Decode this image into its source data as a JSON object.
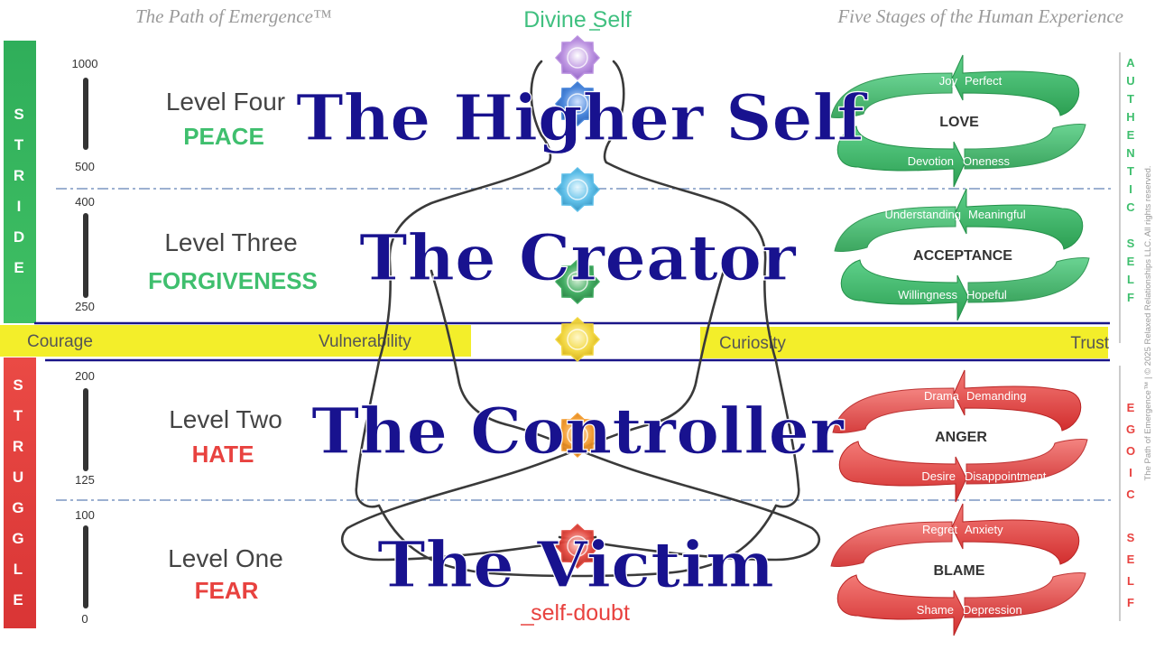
{
  "header": {
    "left": "The Path of Emergence™",
    "center": "Divine Self",
    "right": "Five Stages of the Human Experience"
  },
  "footer_center": "self-doubt",
  "side_left": {
    "top": "STRIDE",
    "bottom": "STRUGGLE"
  },
  "side_right": {
    "top": "AUTHENTIC SELF",
    "bottom": "EGOIC SELF"
  },
  "copyright": "The Path of Emergence™ | © 2025 Relaxed Relationships LLC. All rights reserved.",
  "middle_band": {
    "labels": [
      "Courage",
      "Vulnerability",
      "Curiosity",
      "Trust"
    ]
  },
  "levels": [
    {
      "level": "Level Four",
      "emotion": "PEACE",
      "scale_top": "1000",
      "scale_bottom": "500",
      "title": "The Higher Self",
      "emotion_color": "#3fbf6e",
      "cycle": {
        "center": "LOVE",
        "tl": "Joy",
        "tr": "Perfect",
        "bl": "Devotion",
        "br": "Oneness",
        "color": "#3cba6a"
      }
    },
    {
      "level": "Level Three",
      "emotion": "FORGIVENESS",
      "scale_top": "400",
      "scale_bottom": "250",
      "title": "The Creator",
      "emotion_color": "#3fbf6e",
      "cycle": {
        "center": "ACCEPTANCE",
        "tl": "Understanding",
        "tr": "Meaningful",
        "bl": "Willingness",
        "br": "Hopeful",
        "color": "#3cba6a"
      }
    },
    {
      "level": "Level Two",
      "emotion": "HATE",
      "scale_top": "200",
      "scale_bottom": "125",
      "title": "The Controller",
      "emotion_color": "#e8423f",
      "cycle": {
        "center": "ANGER",
        "tl": "Drama",
        "tr": "Demanding",
        "bl": "Desire",
        "br": "Disappointment",
        "color": "#e63c3c"
      }
    },
    {
      "level": "Level One",
      "emotion": "FEAR",
      "scale_top": "100",
      "scale_bottom": "0",
      "title": "The Victim",
      "emotion_color": "#e8423f",
      "cycle": {
        "center": "BLAME",
        "tl": "Regret",
        "tr": "Anxiety",
        "bl": "Shame",
        "br": "Depression",
        "color": "#e63c3c"
      }
    }
  ],
  "colors": {
    "title": "#18128f",
    "green_bar": "#2fae5a",
    "red_bar": "#e03838",
    "yellow_band": "#f3ee2a",
    "navy_line": "#1a1588",
    "dash_line": "#7b95c2",
    "grey_header": "#9a9a9a",
    "divine": "#40c080",
    "selfdoubt": "#e8423f"
  },
  "chakras": [
    {
      "name": "crown-chakra-icon",
      "color": "#b98ee0"
    },
    {
      "name": "third-eye-chakra-icon",
      "color": "#3f7fd9"
    },
    {
      "name": "throat-chakra-icon",
      "color": "#58bde8"
    },
    {
      "name": "heart-chakra-icon",
      "color": "#38a85a"
    },
    {
      "name": "solar-plexus-chakra-icon",
      "color": "#f2d63a"
    },
    {
      "name": "sacral-chakra-icon",
      "color": "#f39a2c"
    },
    {
      "name": "root-chakra-icon",
      "color": "#e2453b"
    }
  ]
}
